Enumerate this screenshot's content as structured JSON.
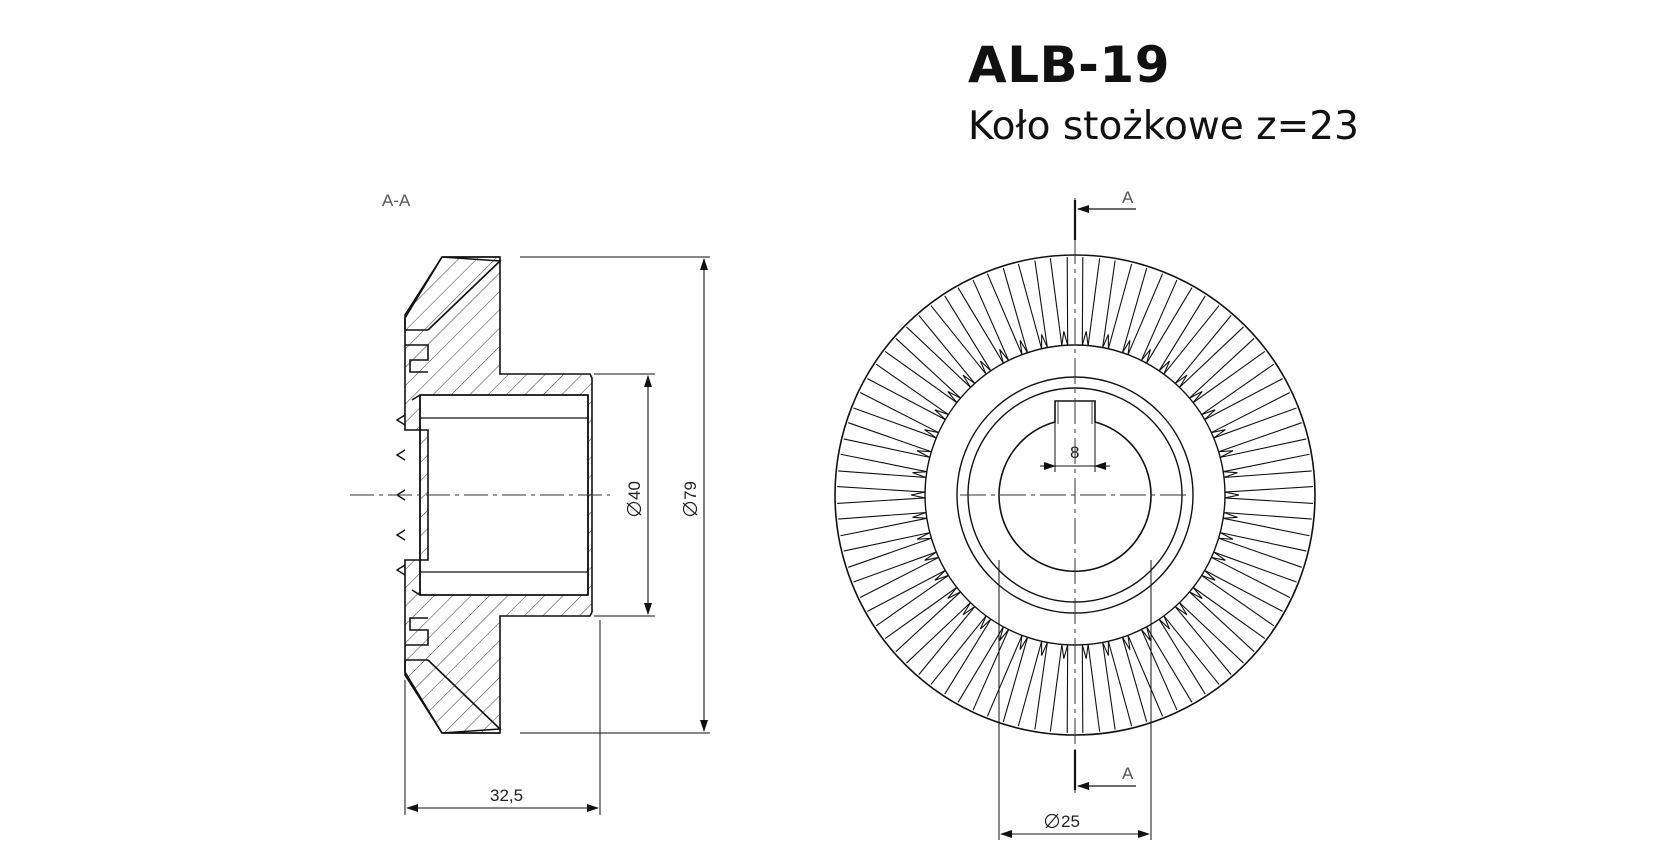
{
  "drawing": {
    "part_number": "ALB-19",
    "part_name": "Koło stożkowe z=23",
    "section_label": "A-A",
    "cut_mark_top": "A",
    "cut_mark_bottom": "A"
  },
  "dimensions": {
    "bore_diameter": "40",
    "outer_diameter": "79",
    "length": "32,5",
    "key_width": "8",
    "shaft_diameter": "25"
  },
  "gear": {
    "teeth_front_view": 46
  },
  "colors": {
    "line": "#111111",
    "hatch": "#444444",
    "center": "#333333"
  }
}
